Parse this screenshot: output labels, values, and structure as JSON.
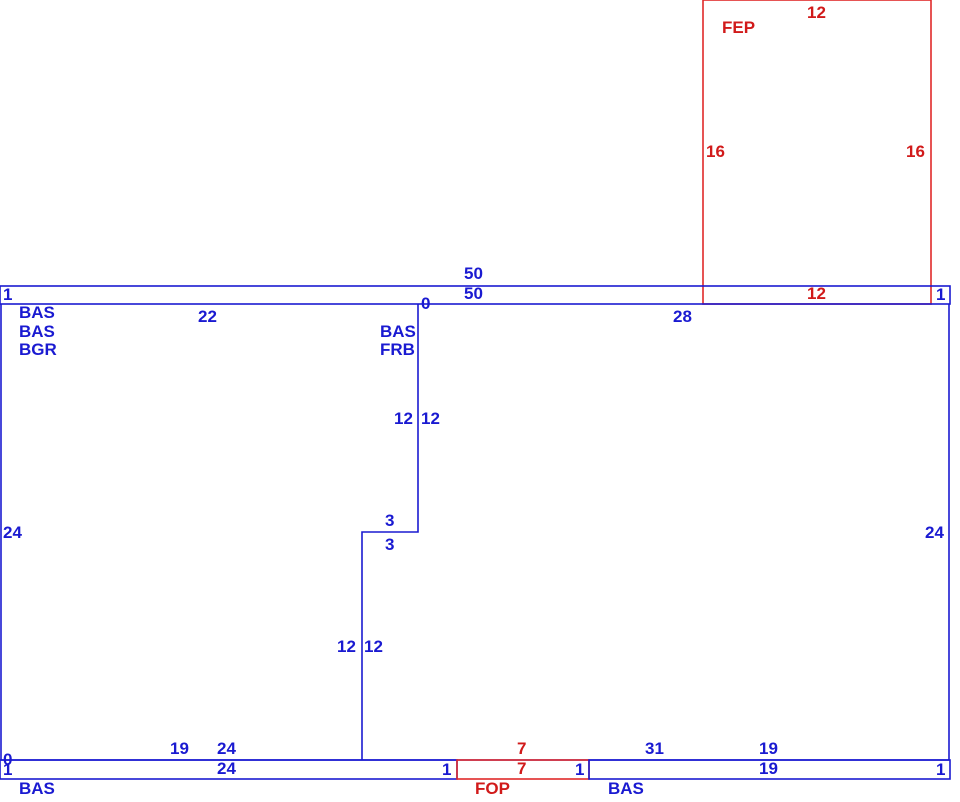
{
  "areas": {
    "fep": {
      "code": "FEP",
      "top": "12",
      "left": "16",
      "right": "16",
      "bottom": "12"
    },
    "main": {
      "codes": [
        "BAS",
        "BAS",
        "BGR"
      ],
      "outer_top": "50",
      "inner_top": "50",
      "top_left_edge": "22",
      "top_zero": "0",
      "top_right_edge": "28",
      "left_corner": "1",
      "right_corner": "1",
      "left_side": "24",
      "right_side": "24",
      "bottom_left_zero": "0",
      "bottom_left_19": "19",
      "bottom_left_24": "24",
      "bottom_right_31": "31",
      "bottom_right_19": "19"
    },
    "frb": {
      "codes": [
        "BAS",
        "FRB"
      ],
      "upper_left": "12",
      "upper_right": "12",
      "step_top": "3",
      "step_bottom": "3",
      "lower_left": "12",
      "lower_right": "12"
    },
    "bottom_left_strip": {
      "code": "BAS",
      "top": "24",
      "left": "1",
      "right": "1"
    },
    "fop": {
      "code": "FOP",
      "top": "7",
      "inner": "7",
      "right": "1"
    },
    "bottom_right_strip": {
      "code": "BAS",
      "top": "19",
      "right": "1"
    }
  },
  "colors": {
    "blue": "#1a1ad1",
    "red": "#d11a1a"
  }
}
